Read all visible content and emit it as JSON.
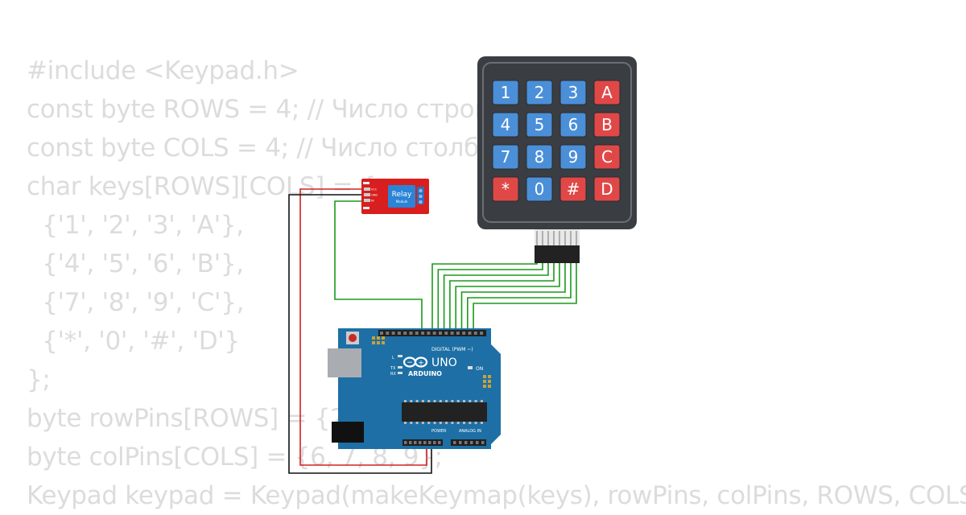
{
  "code_lines": [
    "#include <Keypad.h>",
    "const byte ROWS = 4; // Число строк",
    "const byte COLS = 4; // Число столбцов",
    "char keys[ROWS][COLS] = {",
    "  {'1', '2', '3', 'A'},",
    "  {'4', '5', '6', 'B'},",
    "  {'7', '8', '9', 'C'},",
    "  {'*', '0', '#', 'D'}",
    "};",
    "byte rowPins[ROWS] = {2, 3, 4, 5};",
    "byte colPins[COLS] = {6, 7, 8, 9};",
    "Keypad keypad = Keypad(makeKeymap(keys), rowPins, colPins, ROWS, COLS);"
  ],
  "keypad": {
    "keys": [
      "1",
      "2",
      "3",
      "A",
      "4",
      "5",
      "6",
      "B",
      "7",
      "8",
      "9",
      "C",
      "*",
      "0",
      "#",
      "D"
    ]
  },
  "relay": {
    "label": "Relay",
    "sublabel": "Module",
    "pins": [
      "VCC",
      "GND",
      "IN"
    ]
  },
  "arduino": {
    "brand": "ARDUINO",
    "model": "UNO",
    "digital_label": "DIGITAL (PWM ~)",
    "power_label": "POWER",
    "analog_label": "ANALOG IN",
    "on_label": "ON",
    "tx_label": "TX",
    "rx_label": "RX",
    "l_label": "L"
  },
  "colors": {
    "code_text": "#dcdcdc",
    "wire_green": "#1a9a1a",
    "wire_red": "#d62020",
    "wire_black": "#111111",
    "key_blue": "#4a8fd8",
    "key_red": "#e04848",
    "keypad_body": "#3a3d42",
    "arduino_blue": "#1d6fa5",
    "relay_red": "#d81e1e"
  }
}
